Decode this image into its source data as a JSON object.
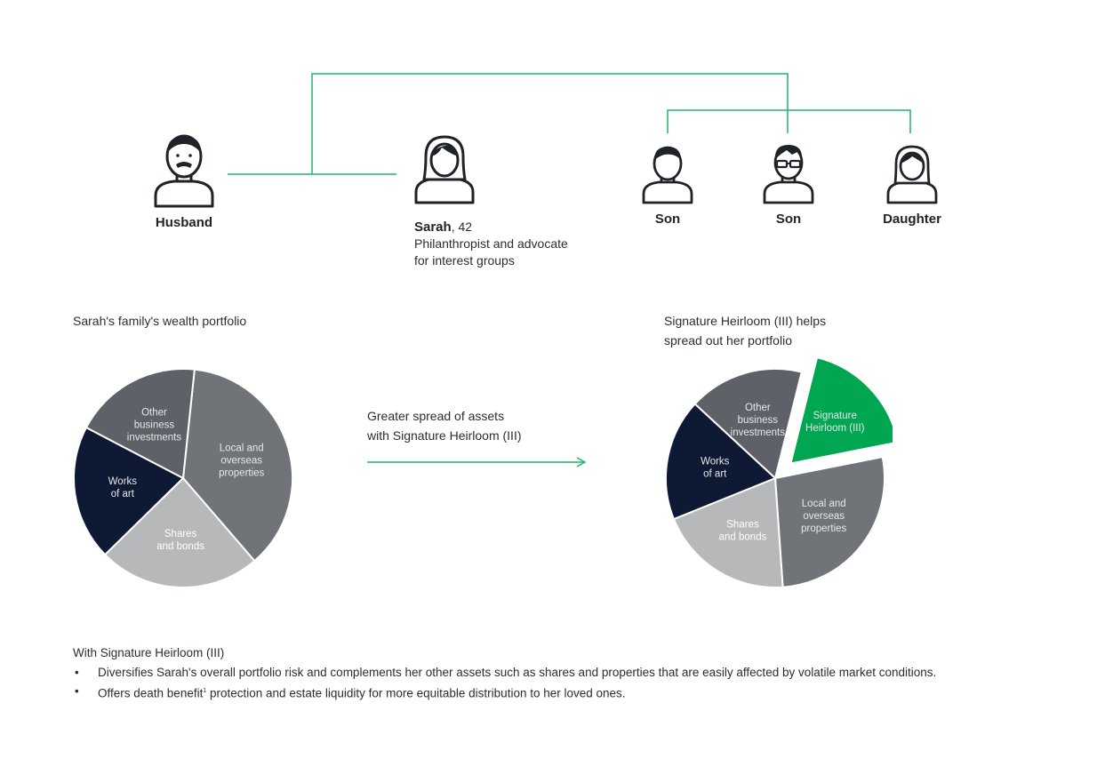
{
  "family": {
    "husband": {
      "label": "Husband",
      "icon": "man-mustache-icon"
    },
    "sarah": {
      "name": "Sarah",
      "age_suffix": ", 42",
      "role_line1": "Philanthropist and advocate",
      "role_line2": "for interest groups",
      "icon": "woman-icon"
    },
    "son1": {
      "label": "Son",
      "icon": "boy-icon"
    },
    "son2": {
      "label": "Son",
      "icon": "boy-glasses-icon"
    },
    "daughter": {
      "label": "Daughter",
      "icon": "girl-icon"
    }
  },
  "left_caption": "Sarah's family's wealth portfolio",
  "right_caption_line1": "Signature Heirloom (III) helps",
  "right_caption_line2": "spread out her portfolio",
  "arrow_caption_line1": "Greater spread of assets",
  "arrow_caption_line2": "with Signature Heirloom (III)",
  "colors": {
    "green": "#00a651",
    "navy": "#0e1a33",
    "dark_gray": "#5e6168",
    "mid_gray": "#707478",
    "light_gray": "#b7b8ba",
    "line_green": "#1fb56a"
  },
  "chart_data": [
    {
      "type": "pie",
      "slices": [
        {
          "label_lines": [
            "Local and",
            "overseas",
            "properties"
          ],
          "value": 37,
          "color": "#707478"
        },
        {
          "label_lines": [
            "Shares",
            "and bonds"
          ],
          "value": 24,
          "color": "#b7b8ba"
        },
        {
          "label_lines": [
            "Works",
            "of art"
          ],
          "value": 20,
          "color": "#0e1a33"
        },
        {
          "label_lines": [
            "Other",
            "business",
            "investments"
          ],
          "value": 19,
          "color": "#5e6168"
        }
      ]
    },
    {
      "type": "pie",
      "slices": [
        {
          "label_lines": [
            "Signature",
            "Heirloom (III)"
          ],
          "value": 18,
          "color": "#00a651",
          "exploded": true
        },
        {
          "label_lines": [
            "Local and",
            "overseas",
            "properties"
          ],
          "value": 27,
          "color": "#707478"
        },
        {
          "label_lines": [
            "Shares",
            "and bonds"
          ],
          "value": 20,
          "color": "#b7b8ba"
        },
        {
          "label_lines": [
            "Works",
            "of art"
          ],
          "value": 18,
          "color": "#0e1a33"
        },
        {
          "label_lines": [
            "Other",
            "business",
            "investments"
          ],
          "value": 17,
          "color": "#5e6168"
        }
      ]
    }
  ],
  "benefits": {
    "heading": "With Signature Heirloom (III)",
    "bullet1": "Diversifies Sarah's overall portfolio risk and complements her other assets such as shares and properties that are easily affected by volatile market conditions.",
    "bullet2_before": "Offers death benefit",
    "bullet2_sup": "1",
    "bullet2_after": " protection and estate liquidity for more equitable distribution to her loved ones."
  }
}
